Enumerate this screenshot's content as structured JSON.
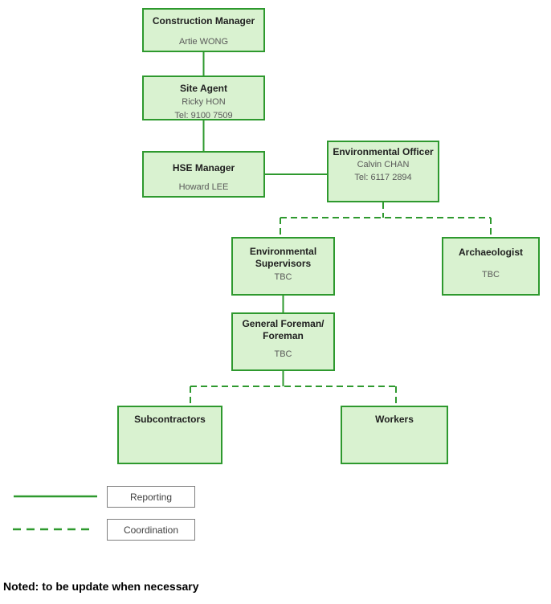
{
  "theme": {
    "line_green": "#2e992e",
    "box_fill": "#d9f2d0",
    "box_border": "#2e992e",
    "title_color": "#1f1f1f",
    "sub_color": "#595959",
    "legend_border": "#7f7f7f",
    "legend_text": "#404040",
    "note_color": "#000000"
  },
  "nodes": {
    "construction_manager": {
      "title": "Construction Manager",
      "lines": [
        "Artie WONG"
      ]
    },
    "site_agent": {
      "title": "Site Agent",
      "lines": [
        "Ricky HON",
        "Tel: 9100 7509"
      ]
    },
    "hse_manager": {
      "title": "HSE Manager",
      "lines": [
        "Howard LEE"
      ]
    },
    "environmental_officer": {
      "title": "Environmental Officer",
      "lines": [
        "Calvin CHAN",
        "Tel: 6117 2894"
      ]
    },
    "environmental_supervisors": {
      "title": "Environmental Supervisors",
      "lines": [
        "TBC"
      ]
    },
    "archaeologist": {
      "title": "Archaeologist",
      "lines": [
        "TBC"
      ]
    },
    "general_foreman": {
      "title": "General Foreman/ Foreman",
      "lines": [
        "TBC"
      ]
    },
    "subcontractors": {
      "title": "Subcontractors",
      "lines": []
    },
    "workers": {
      "title": "Workers",
      "lines": []
    }
  },
  "legend": {
    "reporting_label": "Reporting",
    "coordination_label": "Coordination"
  },
  "note": "Noted: to be update when necessary"
}
